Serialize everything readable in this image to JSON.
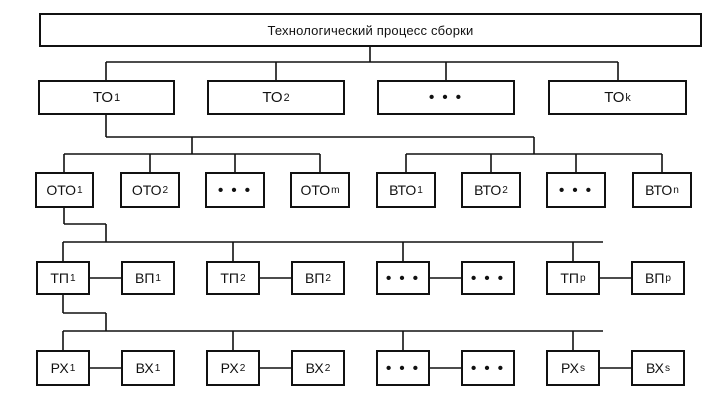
{
  "title": "Технологический процесс сборки",
  "operations": [
    {
      "base": "ТО",
      "sub": "1"
    },
    {
      "base": "ТО",
      "sub": "2"
    },
    {
      "base": "• • •",
      "sub": ""
    },
    {
      "base": "ТО",
      "sub": "k"
    }
  ],
  "suboperations": [
    {
      "base": "ОТО",
      "sub": "1"
    },
    {
      "base": "ОТО",
      "sub": "2"
    },
    {
      "base": "• • •",
      "sub": ""
    },
    {
      "base": "ОТО",
      "sub": "m"
    },
    {
      "base": "ВТО",
      "sub": "1"
    },
    {
      "base": "ВТО",
      "sub": "2"
    },
    {
      "base": "• • •",
      "sub": ""
    },
    {
      "base": "ВТО",
      "sub": "n"
    }
  ],
  "transitions": [
    {
      "base": "ТП",
      "sub": "1"
    },
    {
      "base": "ВП",
      "sub": "1"
    },
    {
      "base": "ТП",
      "sub": "2"
    },
    {
      "base": "ВП",
      "sub": "2"
    },
    {
      "base": "• • •",
      "sub": ""
    },
    {
      "base": "• • •",
      "sub": ""
    },
    {
      "base": "ТП",
      "sub": "p"
    },
    {
      "base": "ВП",
      "sub": "p"
    }
  ],
  "moves": [
    {
      "base": "РХ",
      "sub": "1"
    },
    {
      "base": "ВХ",
      "sub": "1"
    },
    {
      "base": "РХ",
      "sub": "2"
    },
    {
      "base": "ВХ",
      "sub": "2"
    },
    {
      "base": "• • •",
      "sub": ""
    },
    {
      "base": "• • •",
      "sub": ""
    },
    {
      "base": "РХ",
      "sub": "s"
    },
    {
      "base": "ВХ",
      "sub": "s"
    }
  ]
}
